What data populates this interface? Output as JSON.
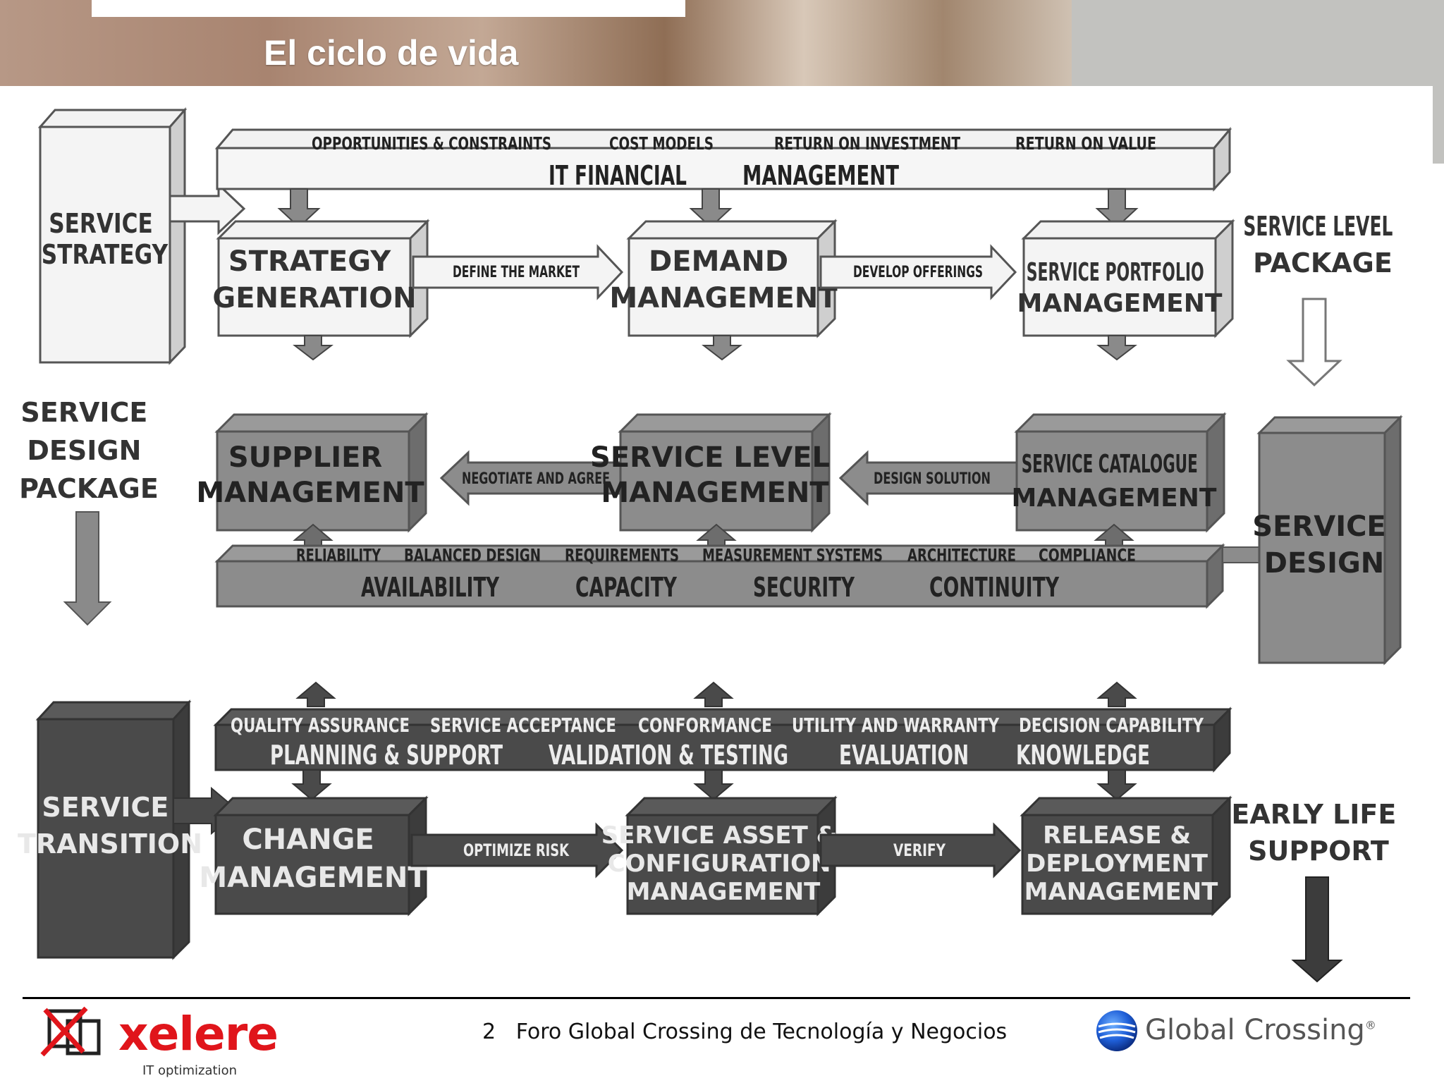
{
  "slide": {
    "title": "El ciclo de vida",
    "footer_page": "2",
    "footer_text": "Foro Global Crossing de Tecnología y Negocios"
  },
  "logos": {
    "left_name": "xelere",
    "left_tagline": "IT optimization",
    "right_name": "Global Crossing",
    "right_mark": "®"
  },
  "diagram": {
    "strategy": {
      "service_strategy": [
        "SERVICE",
        "STRATEGY"
      ],
      "financial_bar_items": [
        "OPPORTUNITIES & CONSTRAINTS",
        "COST MODELS",
        "RETURN ON INVESTMENT",
        "RETURN ON VALUE"
      ],
      "financial_bar_title_left": "IT FINANCIAL",
      "financial_bar_title_right": "MANAGEMENT",
      "strategy_generation": [
        "STRATEGY",
        "GENERATION"
      ],
      "define_market": "DEFINE THE MARKET",
      "demand_management": [
        "DEMAND",
        "MANAGEMENT"
      ],
      "develop_offerings": "DEVELOP OFFERINGS",
      "service_portfolio": [
        "SERVICE PORTFOLIO",
        "MANAGEMENT"
      ],
      "service_level_package": [
        "SERVICE LEVEL",
        "PACKAGE"
      ]
    },
    "design": {
      "service_design_package": [
        "SERVICE",
        "DESIGN",
        "PACKAGE"
      ],
      "supplier_management": [
        "SUPPLIER",
        "MANAGEMENT"
      ],
      "negotiate_agree": "NEGOTIATE AND AGREE",
      "service_level_management": [
        "SERVICE LEVEL",
        "MANAGEMENT"
      ],
      "design_solution": "DESIGN SOLUTION",
      "service_catalogue": [
        "SERVICE CATALOGUE",
        "MANAGEMENT"
      ],
      "bar_items": [
        "RELIABILITY",
        "BALANCED DESIGN",
        "REQUIREMENTS",
        "MEASUREMENT SYSTEMS",
        "ARCHITECTURE",
        "COMPLIANCE"
      ],
      "bar_titles": [
        "AVAILABILITY",
        "CAPACITY",
        "SECURITY",
        "CONTINUITY"
      ],
      "service_design": [
        "SERVICE",
        "DESIGN"
      ]
    },
    "transition": {
      "service_transition": [
        "SERVICE",
        "TRANSITION"
      ],
      "bar_items": [
        "QUALITY ASSURANCE",
        "SERVICE ACCEPTANCE",
        "CONFORMANCE",
        "UTILITY AND WARRANTY",
        "DECISION CAPABILITY"
      ],
      "bar_titles": [
        "PLANNING & SUPPORT",
        "VALIDATION & TESTING",
        "EVALUATION",
        "KNOWLEDGE"
      ],
      "change_management": [
        "CHANGE",
        "MANAGEMENT"
      ],
      "optimize_risk": "OPTIMIZE RISK",
      "service_asset": [
        "SERVICE ASSET &",
        "CONFIGURATION",
        "MANAGEMENT"
      ],
      "verify": "VERIFY",
      "release_deployment": [
        "RELEASE &",
        "DEPLOYMENT",
        "MANAGEMENT"
      ],
      "early_life_support": [
        "EARLY LIFE",
        "SUPPORT"
      ]
    }
  }
}
